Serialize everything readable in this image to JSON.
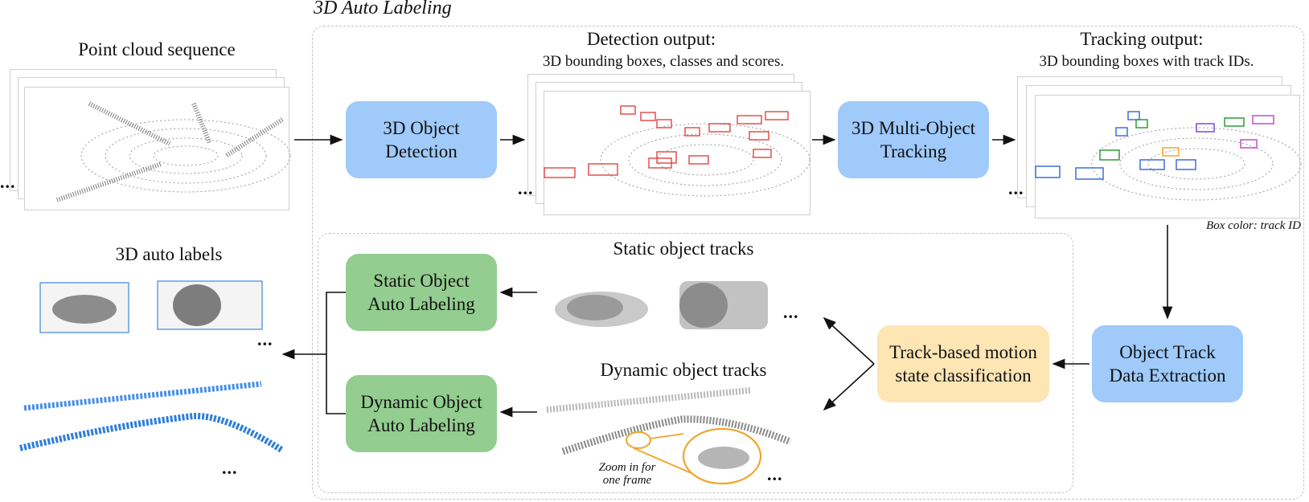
{
  "section_title": "3D Auto Labeling",
  "point_cloud": {
    "title": "Point cloud sequence"
  },
  "detection": {
    "box": "3D Object Detection",
    "title": "Detection output:",
    "subtitle": "3D bounding boxes, classes and scores."
  },
  "tracking": {
    "box": "3D Multi-Object Tracking",
    "title": "Tracking output:",
    "subtitle": "3D bounding boxes with track IDs.",
    "note": "Box color: track ID"
  },
  "extraction": {
    "box": "Object Track Data Extraction"
  },
  "motion": {
    "box": "Track-based motion state classification"
  },
  "static_tracks": {
    "title": "Static object tracks"
  },
  "dynamic_tracks": {
    "title": "Dynamic object tracks",
    "zoom_note": "Zoom in for one frame"
  },
  "static_labeling": {
    "box": "Static Object Auto Labeling"
  },
  "dynamic_labeling": {
    "box": "Dynamic Object Auto Labeling"
  },
  "auto_labels": {
    "title": "3D auto labels"
  },
  "ellipsis": "...",
  "colors": {
    "blue_box": "#9fcaf9",
    "green_box": "#93cd8f",
    "yellow_box": "#fde5b4",
    "detection_box": "#e0443e",
    "label_box": "#4a90e2",
    "zoom_circle": "#f0a62e"
  }
}
